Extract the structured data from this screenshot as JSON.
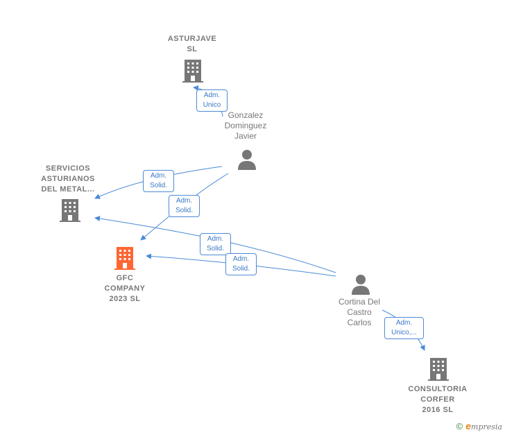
{
  "colors": {
    "company": "#777777",
    "highlight": "#ff6633",
    "edge": "#4a8ad6"
  },
  "nodes": {
    "asturjave": {
      "label": "ASTURJAVE\nSL",
      "icon": "building-icon"
    },
    "servicios": {
      "label": "SERVICIOS\nASTURIANOS\nDEL METAL...",
      "icon": "building-icon"
    },
    "gfc": {
      "label": "GFC\nCOMPANY\n2023  SL",
      "icon": "building-icon"
    },
    "consultoria": {
      "label": "CONSULTORIA\nCORFER\n2016  SL",
      "icon": "building-icon"
    },
    "gonzalez": {
      "label": "Gonzalez\nDominguez\nJavier",
      "icon": "person-icon"
    },
    "cortina": {
      "label": "Cortina Del\nCastro\nCarlos",
      "icon": "person-icon"
    }
  },
  "edges": {
    "e1": {
      "label": "Adm.\nUnico"
    },
    "e2": {
      "label": "Adm.\nSolid."
    },
    "e3": {
      "label": "Adm.\nSolid."
    },
    "e4": {
      "label": "Adm.\nSolid."
    },
    "e5": {
      "label": "Adm.\nSolid."
    },
    "e6": {
      "label": "Adm.\nUnico,..."
    }
  },
  "footer": {
    "copyright": "©",
    "brand_e": "e",
    "brand_rest": "mpresia"
  }
}
